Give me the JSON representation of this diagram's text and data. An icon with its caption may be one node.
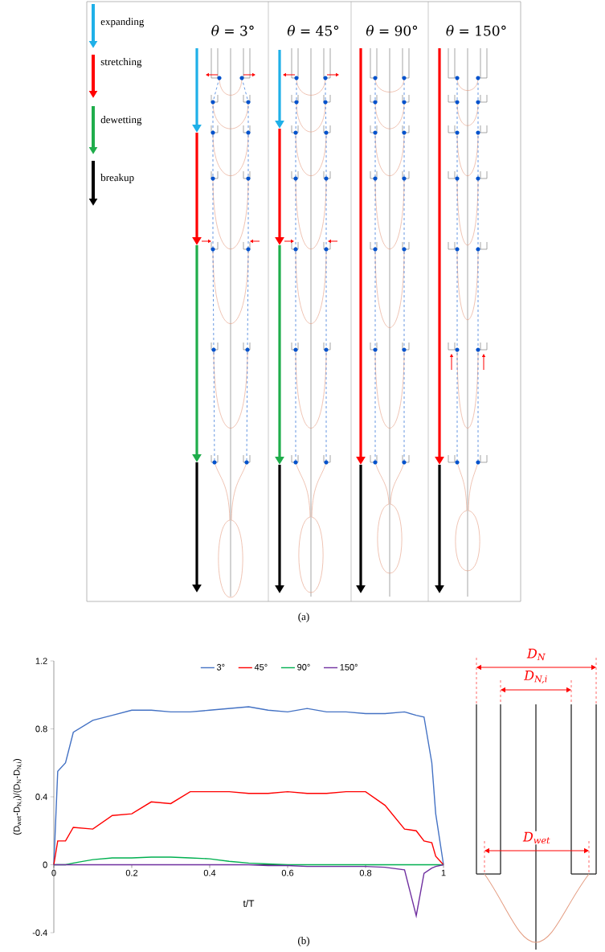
{
  "diagram": {
    "labels": [
      "*θ* = 3°",
      "*θ* = 45°",
      "*θ* = 90°",
      "*θ* = 150°",
      "(a)",
      "D$_{N}$",
      "D$_{N,i}$",
      "D$_{wet}$",
      "(b)"
    ],
    "legend": [
      {
        "text": "expanding",
        "color": "#1fb0e8"
      },
      {
        "text": "stretching",
        "color": "#ff0000"
      },
      {
        "text": "dewetting",
        "color": "#1fad4b"
      },
      {
        "text": "breakup",
        "color": "#000000"
      }
    ],
    "chart_data": {
      "type": "line",
      "xlabel": "t/T",
      "ylabel": "(D$_{wet}$-D$_{N,i}$)/(D$_{N}$-D$_{N,i}$)",
      "x": [
        0,
        0.01,
        0.03,
        0.05,
        0.1,
        0.15,
        0.2,
        0.25,
        0.3,
        0.35,
        0.4,
        0.45,
        0.5,
        0.55,
        0.6,
        0.65,
        0.7,
        0.75,
        0.8,
        0.85,
        0.9,
        0.93,
        0.95,
        0.97,
        0.98,
        1
      ],
      "series": [
        {
          "name": "3°",
          "color": "#4472c4",
          "values": [
            0,
            0.55,
            0.6,
            0.78,
            0.85,
            0.88,
            0.91,
            0.91,
            0.9,
            0.9,
            0.91,
            0.92,
            0.93,
            0.91,
            0.9,
            0.92,
            0.9,
            0.9,
            0.89,
            0.89,
            0.9,
            0.88,
            0.87,
            0.6,
            0.3,
            0
          ]
        },
        {
          "name": "45°",
          "color": "#ff0000",
          "values": [
            0,
            0.14,
            0.14,
            0.22,
            0.21,
            0.29,
            0.3,
            0.37,
            0.36,
            0.43,
            0.43,
            0.43,
            0.42,
            0.42,
            0.43,
            0.42,
            0.42,
            0.43,
            0.43,
            0.35,
            0.21,
            0.2,
            0.14,
            0.13,
            0.05,
            0
          ]
        },
        {
          "name": "90°",
          "color": "#00b050",
          "values": [
            0,
            0,
            0,
            0.01,
            0.03,
            0.04,
            0.04,
            0.045,
            0.045,
            0.04,
            0.035,
            0.02,
            0.01,
            0.005,
            0,
            0,
            0,
            0,
            0,
            0,
            0,
            0,
            0,
            0,
            0,
            0
          ]
        },
        {
          "name": "150°",
          "color": "#7030a0",
          "values": [
            0,
            0,
            0,
            0,
            0,
            0,
            0,
            0,
            0,
            0,
            0,
            0,
            0,
            -0.005,
            -0.005,
            -0.01,
            -0.01,
            -0.01,
            -0.01,
            -0.015,
            -0.03,
            -0.3,
            -0.05,
            -0.02,
            -0.01,
            0
          ]
        }
      ],
      "legend": "top",
      "xlim": [
        0,
        1
      ],
      "ylim": [
        -0.4,
        1.2
      ],
      "xticks": [
        0,
        0.2,
        0.4,
        0.6,
        0.8,
        1
      ],
      "yticks": [
        -0.4,
        0,
        0.4,
        0.8,
        1.2
      ]
    }
  }
}
